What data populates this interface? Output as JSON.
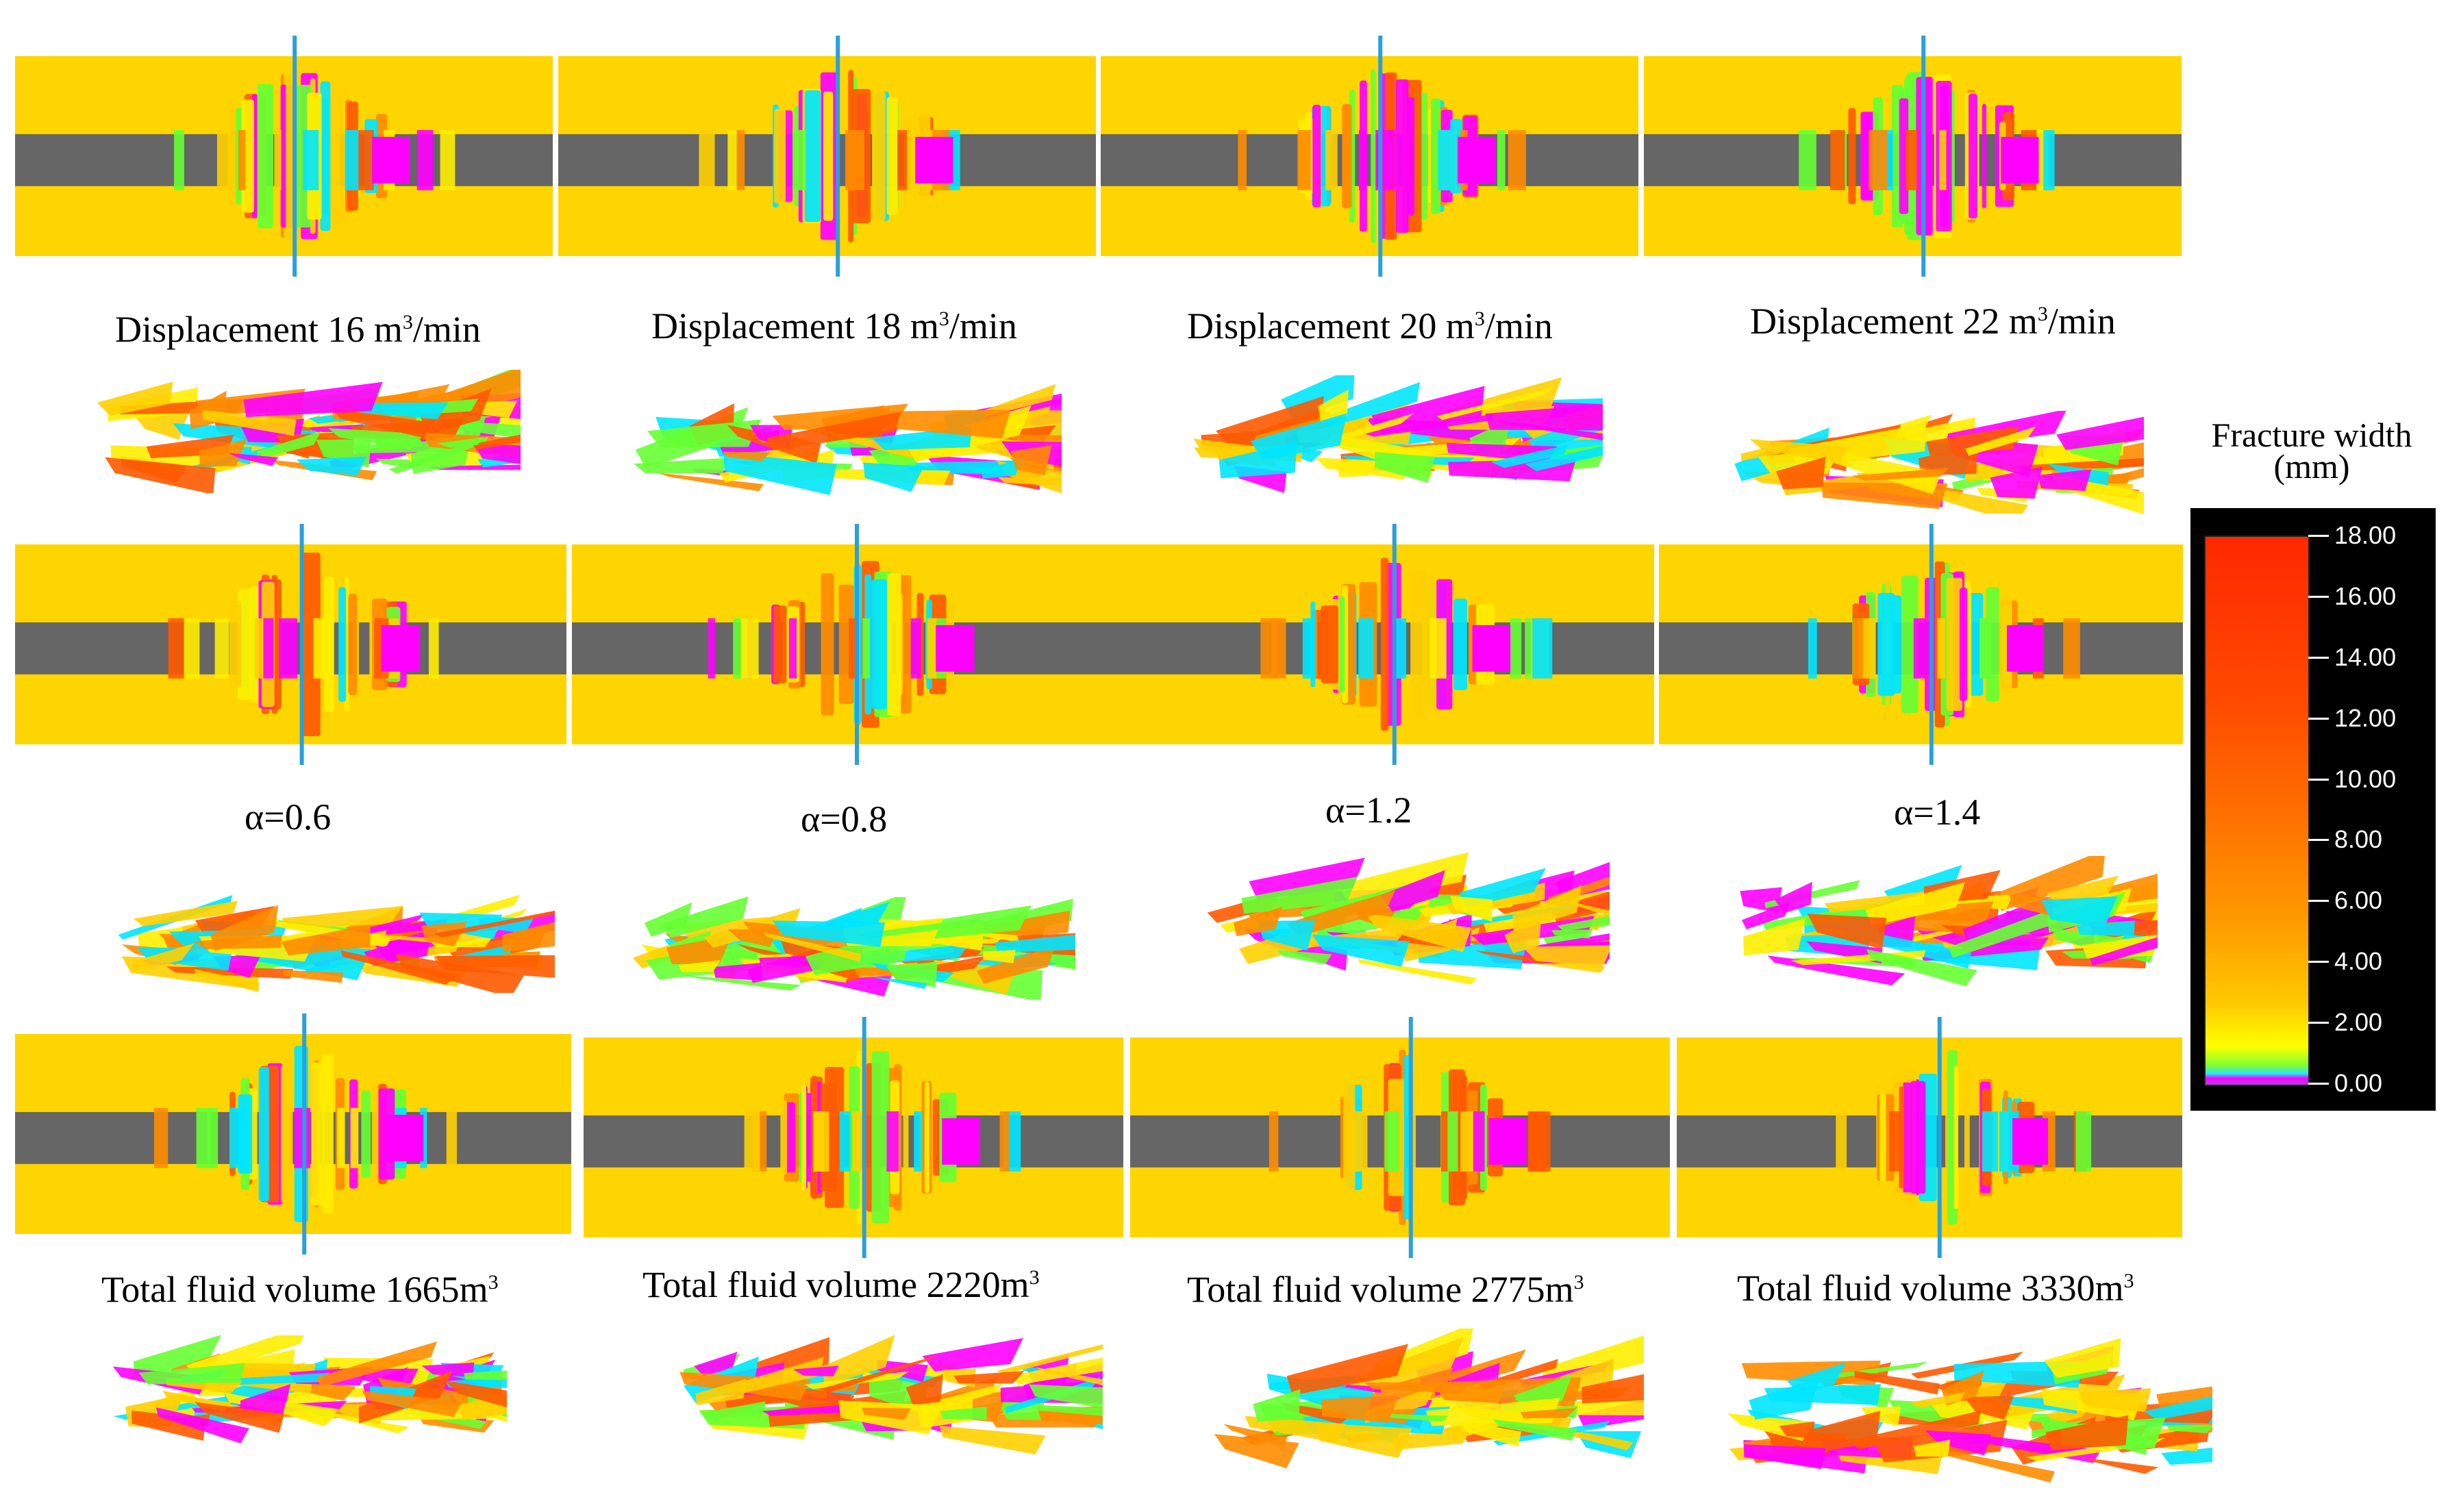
{
  "rows": [
    {
      "captions": [
        {
          "prefix": "Displacement  16 m",
          "sup": "3",
          "suffix": "/min"
        },
        {
          "prefix": "Displacement  18 m",
          "sup": "3",
          "suffix": "/min"
        },
        {
          "prefix": "Displacement  20 m",
          "sup": "3",
          "suffix": "/min"
        },
        {
          "prefix": "Displacement  22 m",
          "sup": "3",
          "suffix": "/min"
        }
      ]
    },
    {
      "captions": [
        {
          "prefix": "α=0.6",
          "sup": "",
          "suffix": ""
        },
        {
          "prefix": "α=0.8",
          "sup": "",
          "suffix": ""
        },
        {
          "prefix": "α=1.2",
          "sup": "",
          "suffix": ""
        },
        {
          "prefix": "α=1.4",
          "sup": "",
          "suffix": ""
        }
      ]
    },
    {
      "captions": [
        {
          "prefix": "Total fluid volume 1665m",
          "sup": "3",
          "suffix": ""
        },
        {
          "prefix": "Total fluid volume 2220m",
          "sup": "3",
          "suffix": ""
        },
        {
          "prefix": "Total fluid volume 2775m",
          "sup": "3",
          "suffix": ""
        },
        {
          "prefix": "Total fluid volume 3330m",
          "sup": "3",
          "suffix": ""
        }
      ]
    }
  ],
  "legend": {
    "title_line1": "Fracture width",
    "title_line2": "(mm)",
    "ticks": [
      "18.00",
      "16.00",
      "14.00",
      "12.00",
      "10.00",
      "8.00",
      "6.00",
      "4.00",
      "2.00",
      "0.00"
    ]
  },
  "colors": {
    "formation": "#ffd500",
    "wellbore_layer": "#666666",
    "well": "#2aa0dc",
    "fracture_palette": [
      "#ff00ff",
      "#ff8c00",
      "#ffd000",
      "#66ff33",
      "#00e5ff",
      "#ff5a00",
      "#ffee00"
    ]
  }
}
